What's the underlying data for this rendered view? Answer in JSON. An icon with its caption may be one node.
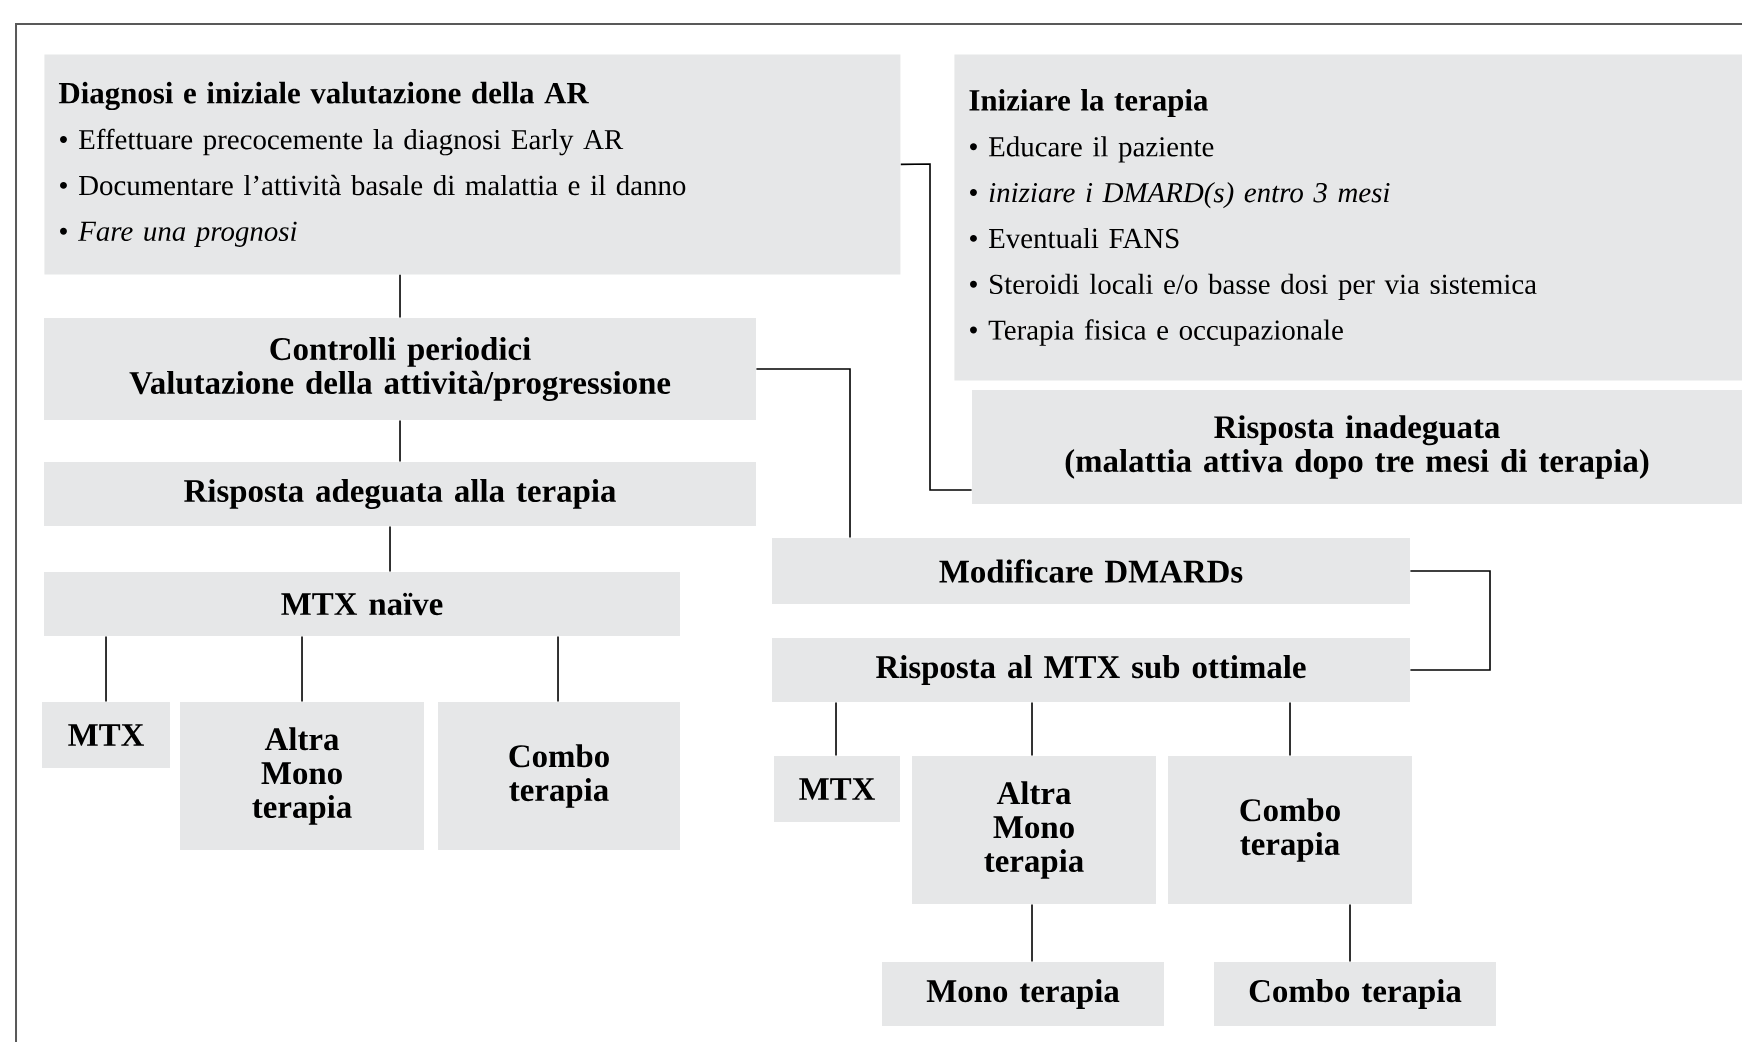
{
  "diagram": {
    "nodes": [
      {
        "text": [
          "Diagnosi e iniziale valutazione della AR",
          "• Effettuare precocemente la diagnosi Early AR",
          "• Documentare l’attività basale di malattia e il danno",
          "• *Fare una prognosi*"
        ]
      },
      {
        "text": [
          "Iniziare la terapia",
          "• Educare il paziente",
          "• *iniziare i DMARD(s) entro 3 mesi*",
          "• Eventuali FANS",
          "• Steroidi locali e/o basse dosi per via sistemica",
          "• Terapia fisica e occupazionale"
        ]
      },
      {
        "text": [
          "Controlli periodici",
          "Valutazione della attività/progressione"
        ]
      },
      {
        "text": [
          "Risposta inadeguata",
          "(malattia attiva dopo tre mesi di terapia)"
        ]
      },
      {
        "text": [
          "Risposta adeguata alla terapia"
        ]
      },
      {
        "text": [
          "Modificare DMARDs"
        ]
      },
      {
        "text": [
          "MTX naïve"
        ]
      },
      {
        "text": [
          "Risposta al MTX sub ottimale"
        ]
      },
      {
        "text": [
          "MTX"
        ]
      },
      {
        "text": [
          "Altra Mono terapia"
        ]
      },
      {
        "text": [
          "Combo terapia"
        ]
      },
      {
        "text": [
          "MTX"
        ]
      },
      {
        "text": [
          "Altra Mono terapia"
        ]
      },
      {
        "text": [
          "Combo terapia"
        ]
      },
      {
        "text": [
          "Mono terapia"
        ]
      },
      {
        "text": [
          "Combo terapia"
        ]
      }
    ],
    "edges": [
      {
        "from": 0,
        "to": 2,
        "arrow": "none"
      },
      {
        "from": 0,
        "to": 3,
        "arrow": "none"
      },
      {
        "from": 2,
        "to": 4,
        "arrow": "none"
      },
      {
        "from": 2,
        "to": 5,
        "arrow": "none"
      },
      {
        "from": 4,
        "to": 6,
        "arrow": "none"
      },
      {
        "from": 5,
        "to": 7,
        "arrow": "none"
      },
      {
        "from": 6,
        "to": 8,
        "arrow": "none"
      },
      {
        "from": 6,
        "to": 9,
        "arrow": "none"
      },
      {
        "from": 6,
        "to": 10,
        "arrow": "none"
      },
      {
        "from": 7,
        "to": 11,
        "arrow": "none"
      },
      {
        "from": 7,
        "to": 12,
        "arrow": "none"
      },
      {
        "from": 7,
        "to": 13,
        "arrow": "none"
      },
      {
        "from": 12,
        "to": 14,
        "arrow": "none"
      },
      {
        "from": 13,
        "to": 15,
        "arrow": "none"
      }
    ]
  }
}
